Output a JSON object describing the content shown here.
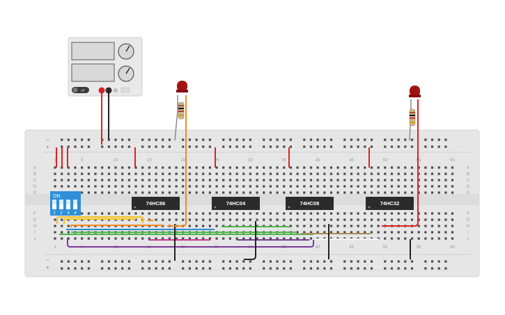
{
  "power_supply": {
    "button_label": "off"
  },
  "dip_switch": {
    "label": "ON",
    "switches": [
      "1",
      "2",
      "3",
      "4"
    ]
  },
  "chips": [
    {
      "label": "74HC86"
    },
    {
      "label": "74HC04"
    },
    {
      "label": "74HC08"
    },
    {
      "label": "74HC32"
    }
  ],
  "breadboard": {
    "row_labels_top": [
      "A",
      "B",
      "C",
      "D",
      "E"
    ],
    "row_labels_bottom": [
      "F",
      "G",
      "H",
      "I",
      "J"
    ],
    "column_numbers": [
      "1",
      "5",
      "10",
      "15",
      "20",
      "25",
      "30",
      "35",
      "40",
      "45",
      "50",
      "55",
      "60"
    ],
    "rail_plus": "+",
    "rail_minus": "−"
  },
  "colors": {
    "breadboard": "#e6e6e6",
    "chip": "#2b2b2b",
    "dip": "#2f8fd8",
    "led": "#a31212",
    "wire_red": "#e02020",
    "wire_black": "#222222",
    "wire_yellow": "#f2c21b",
    "wire_orange": "#f08a1c",
    "wire_blue": "#2a8bd4",
    "wire_green": "#4cb848",
    "wire_purple": "#7a3a9a",
    "wire_magenta": "#c53a8e",
    "wire_brown": "#b08a5a",
    "wire_white": "#f4f4f4"
  }
}
